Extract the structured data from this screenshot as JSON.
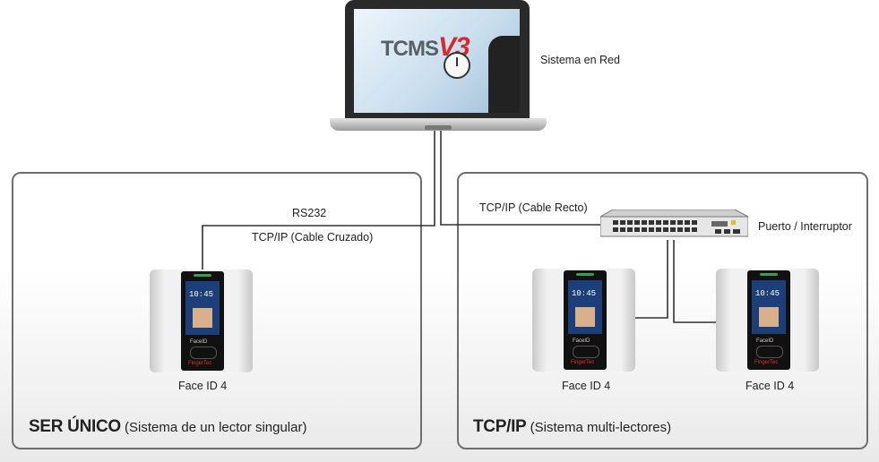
{
  "laptop": {
    "screen_logo": "TCMS",
    "screen_logo_version": "V3",
    "label": "Sistema en Red"
  },
  "switch": {
    "label": "Puerto / Interruptor"
  },
  "left_panel": {
    "link_label_top": "RS232",
    "link_label_bottom": "TCP/IP (Cable Cruzado)",
    "device_label": "Face ID 4",
    "title_bold": "SER ÚNICO",
    "title_rest": " (Sistema de un lector singular)"
  },
  "right_panel": {
    "link_label": "TCP/IP (Cable Recto)",
    "devices": [
      {
        "label": "Face ID 4"
      },
      {
        "label": "Face ID 4"
      }
    ],
    "title_bold": "TCP/IP",
    "title_rest": " (Sistema multi-lectores)"
  },
  "device_screen": {
    "time": "10:45",
    "brand": "FaceID",
    "maker": "FingerTec"
  },
  "colors": {
    "panel_border": "#6e6e6e",
    "cable": "#333333",
    "accent_red": "#d8282e"
  }
}
